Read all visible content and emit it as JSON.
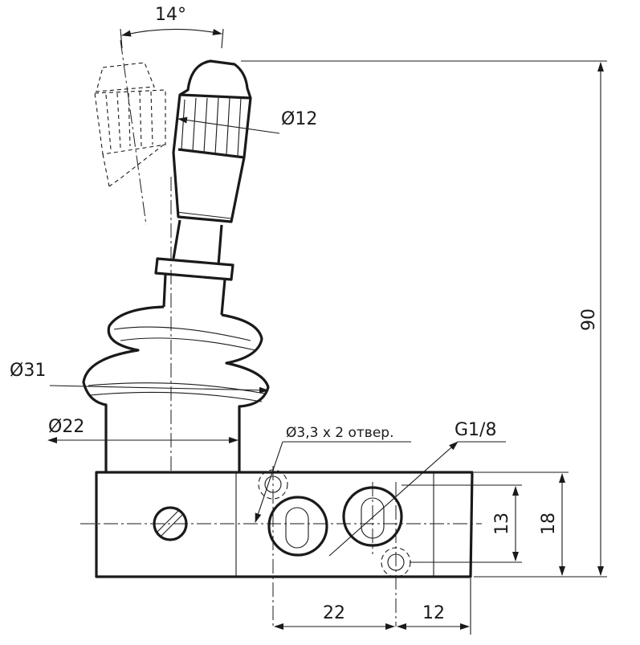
{
  "dimensions": {
    "tilt_angle": "14°",
    "knob_diameter": "Ø12",
    "height_total": "90",
    "boot_diameter": "Ø31",
    "neck_diameter": "Ø22",
    "mount_holes": "Ø3,3 х 2 отвер.",
    "port_thread": "G1/8",
    "port_spacing": "13",
    "body_height": "18",
    "hole_pitch": "22",
    "edge_offset": "12"
  },
  "colors": {
    "line": "#1a1a1a",
    "background": "#ffffff"
  }
}
